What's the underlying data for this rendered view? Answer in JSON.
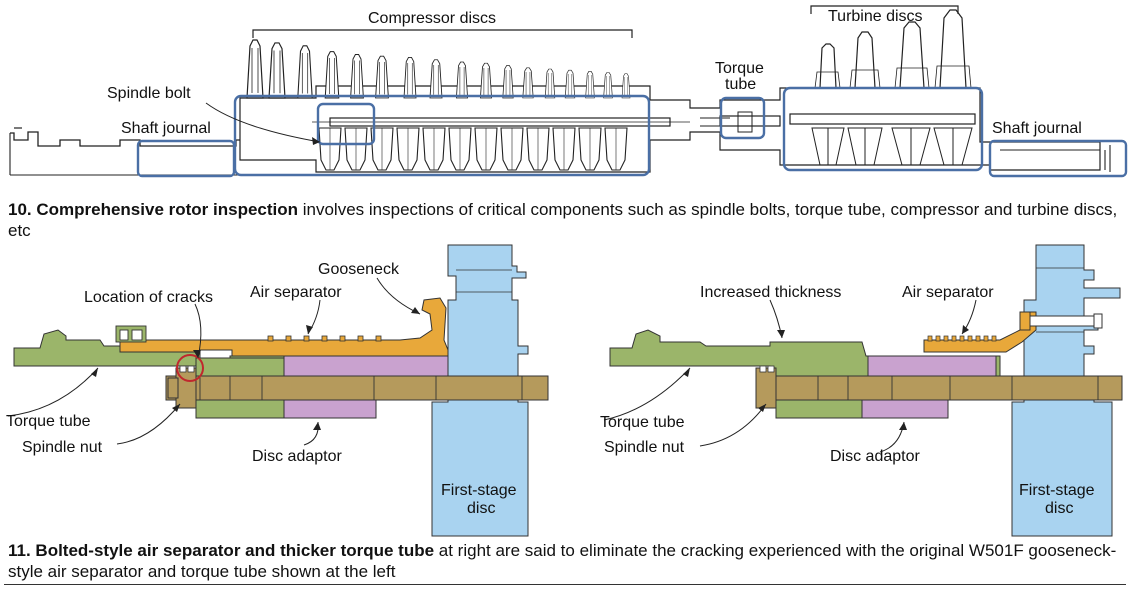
{
  "figure10": {
    "labels": {
      "compressor_discs": "Compressor discs",
      "turbine_discs": "Turbine discs",
      "torque_tube_line1": "Torque",
      "torque_tube_line2": "tube",
      "spindle_bolt": "Spindle bolt",
      "shaft_journal_left": "Shaft journal",
      "shaft_journal_right": "Shaft journal"
    },
    "caption_bold": "10. Comprehensive rotor inspection",
    "caption_rest": " involves inspections of critical components such as spindle bolts, torque tube, compressor and turbine discs, etc"
  },
  "figure11": {
    "left": {
      "gooseneck": "Gooseneck",
      "location_of_cracks": "Location of cracks",
      "air_separator": "Air separator",
      "torque_tube": "Torque tube",
      "spindle_nut": "Spindle nut",
      "disc_adaptor": "Disc adaptor",
      "first_stage_line1": "First-stage",
      "first_stage_line2": "disc"
    },
    "right": {
      "increased_thickness": "Increased thickness",
      "air_separator": "Air separator",
      "torque_tube": "Torque tube",
      "spindle_nut": "Spindle nut",
      "disc_adaptor": "Disc adaptor",
      "first_stage_line1": "First-stage",
      "first_stage_line2": "disc"
    },
    "caption_bold": "11. Bolted-style air separator and thicker torque tube",
    "caption_rest": " at right are said to eliminate the cracking experienced with the original W501F gooseneck-style air separator and torque tube shown at the left"
  },
  "colors": {
    "highlight_box": "#4a6fa5",
    "torque_tube_green": "#9bb56a",
    "air_separator_orange": "#e8a83a",
    "disc_adaptor_purple": "#c9a2cf",
    "first_stage_disc_blue": "#a9d3f0",
    "spindle_bolt_tan": "#b59a5c",
    "crack_marker": "#c0282d"
  }
}
